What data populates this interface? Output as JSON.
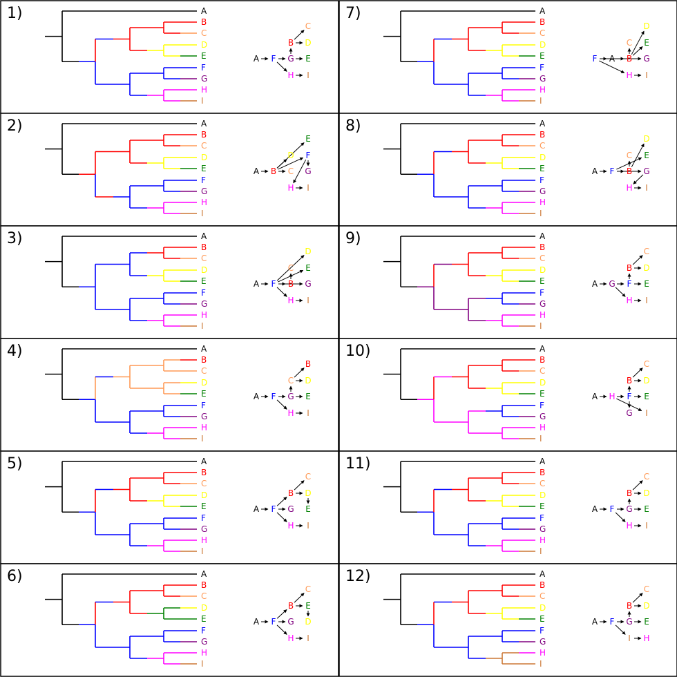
{
  "colors": {
    "A": "#000000",
    "B": "#ff0000",
    "C": "#ff9955",
    "D": "#ffff00",
    "E": "#008000",
    "F": "#0000ff",
    "G": "#800080",
    "H": "#ff00ff",
    "I": "#cc7733"
  },
  "panels": [
    {
      "label": "1)",
      "tree": [
        "A",
        "B",
        "C",
        "D",
        "E",
        "F",
        "G",
        "H",
        "I"
      ],
      "internal": {
        "n0": "A",
        "n1": "F",
        "n2": "B",
        "n3": "F",
        "n4": "B",
        "n5": "D",
        "n6": "F",
        "n7": "H"
      },
      "net_nodes": [
        "A",
        "F",
        "G",
        "B",
        "C",
        "D",
        "E",
        "H",
        "I"
      ],
      "edges": [
        [
          "A",
          "F"
        ],
        [
          "F",
          "G"
        ],
        [
          "G",
          "B"
        ],
        [
          "B",
          "C"
        ],
        [
          "B",
          "D"
        ],
        [
          "G",
          "E"
        ],
        [
          "F",
          "H"
        ],
        [
          "H",
          "I"
        ]
      ]
    },
    {
      "label": "2)",
      "tree": [
        "A",
        "B",
        "C",
        "D",
        "E",
        "F",
        "G",
        "H",
        "I"
      ],
      "internal": {
        "n0": "A",
        "n1": "B",
        "n2": "B",
        "n3": "F",
        "n4": "B",
        "n5": "D",
        "n6": "F",
        "n7": "H"
      },
      "net_nodes": [
        "A",
        "B",
        "C",
        "D",
        "E",
        "F",
        "G",
        "H",
        "I"
      ],
      "edges": [
        [
          "A",
          "B"
        ],
        [
          "B",
          "C"
        ],
        [
          "B",
          "D"
        ],
        [
          "B",
          "E"
        ],
        [
          "B",
          "F"
        ],
        [
          "F",
          "G"
        ],
        [
          "F",
          "H"
        ],
        [
          "H",
          "I"
        ]
      ]
    },
    {
      "label": "3)",
      "tree": [
        "A",
        "B",
        "C",
        "D",
        "E",
        "F",
        "G",
        "H",
        "I"
      ],
      "internal": {
        "n0": "A",
        "n1": "F",
        "n2": "F",
        "n3": "F",
        "n4": "B",
        "n5": "D",
        "n6": "F",
        "n7": "H"
      },
      "net_nodes": [
        "A",
        "F",
        "B",
        "C",
        "D",
        "E",
        "G",
        "H",
        "I"
      ],
      "edges": [
        [
          "A",
          "F"
        ],
        [
          "F",
          "B"
        ],
        [
          "B",
          "C"
        ],
        [
          "F",
          "D"
        ],
        [
          "F",
          "E"
        ],
        [
          "F",
          "G"
        ],
        [
          "F",
          "H"
        ],
        [
          "H",
          "I"
        ]
      ]
    },
    {
      "label": "4)",
      "tree": [
        "A",
        "B",
        "C",
        "D",
        "E",
        "F",
        "G",
        "H",
        "I"
      ],
      "internal": {
        "n0": "A",
        "n1": "F",
        "n2": "C",
        "n3": "F",
        "n4": "C",
        "n5": "C",
        "n6": "F",
        "n7": "H"
      },
      "net_nodes": [
        "A",
        "F",
        "G",
        "C",
        "B",
        "D",
        "E",
        "H",
        "I"
      ],
      "edges": [
        [
          "A",
          "F"
        ],
        [
          "F",
          "G"
        ],
        [
          "G",
          "C"
        ],
        [
          "C",
          "B"
        ],
        [
          "C",
          "D"
        ],
        [
          "G",
          "E"
        ],
        [
          "F",
          "H"
        ],
        [
          "H",
          "I"
        ]
      ]
    },
    {
      "label": "5)",
      "tree": [
        "A",
        "B",
        "C",
        "D",
        "E",
        "F",
        "G",
        "H",
        "I"
      ],
      "internal": {
        "n0": "A",
        "n1": "F",
        "n2": "B",
        "n3": "F",
        "n4": "B",
        "n5": "D",
        "n6": "F",
        "n7": "H"
      },
      "net_nodes": [
        "A",
        "F",
        "G",
        "B",
        "C",
        "D",
        "E",
        "H",
        "I"
      ],
      "edges": [
        [
          "A",
          "F"
        ],
        [
          "F",
          "G"
        ],
        [
          "F",
          "B"
        ],
        [
          "B",
          "C"
        ],
        [
          "B",
          "D"
        ],
        [
          "D",
          "E"
        ],
        [
          "F",
          "H"
        ],
        [
          "H",
          "I"
        ]
      ]
    },
    {
      "label": "6)",
      "tree": [
        "A",
        "B",
        "C",
        "D",
        "E",
        "F",
        "G",
        "H",
        "I"
      ],
      "internal": {
        "n0": "A",
        "n1": "F",
        "n2": "B",
        "n3": "F",
        "n4": "B",
        "n5": "E",
        "n6": "F",
        "n7": "H"
      },
      "net_nodes": [
        "A",
        "F",
        "G",
        "B",
        "C",
        "E",
        "D",
        "H",
        "I"
      ],
      "edges": [
        [
          "A",
          "F"
        ],
        [
          "F",
          "G"
        ],
        [
          "F",
          "B"
        ],
        [
          "B",
          "C"
        ],
        [
          "B",
          "E"
        ],
        [
          "E",
          "D"
        ],
        [
          "F",
          "H"
        ],
        [
          "H",
          "I"
        ]
      ]
    },
    {
      "label": "7)",
      "tree": [
        "A",
        "B",
        "C",
        "D",
        "E",
        "F",
        "G",
        "H",
        "I"
      ],
      "internal": {
        "n0": "F",
        "n1": "F",
        "n2": "B",
        "n3": "F",
        "n4": "B",
        "n5": "D",
        "n6": "F",
        "n7": "H"
      },
      "net_nodes": [
        "F",
        "A",
        "B",
        "C",
        "D",
        "E",
        "G",
        "H",
        "I"
      ],
      "edges": [
        [
          "F",
          "A"
        ],
        [
          "F",
          "B"
        ],
        [
          "B",
          "C"
        ],
        [
          "B",
          "D"
        ],
        [
          "B",
          "E"
        ],
        [
          "F",
          "G"
        ],
        [
          "F",
          "H"
        ],
        [
          "H",
          "I"
        ]
      ]
    },
    {
      "label": "8)",
      "tree": [
        "A",
        "B",
        "C",
        "D",
        "E",
        "F",
        "G",
        "H",
        "I"
      ],
      "internal": {
        "n0": "A",
        "n1": "F",
        "n2": "B",
        "n3": "F",
        "n4": "B",
        "n5": "D",
        "n6": "F",
        "n7": "H"
      },
      "net_nodes": [
        "A",
        "F",
        "B",
        "C",
        "D",
        "E",
        "G",
        "H",
        "I"
      ],
      "edges": [
        [
          "A",
          "F"
        ],
        [
          "F",
          "B"
        ],
        [
          "B",
          "C"
        ],
        [
          "B",
          "D"
        ],
        [
          "F",
          "E"
        ],
        [
          "F",
          "G"
        ],
        [
          "G",
          "H"
        ],
        [
          "H",
          "I"
        ]
      ]
    },
    {
      "label": "9)",
      "tree": [
        "A",
        "B",
        "C",
        "D",
        "E",
        "F",
        "G",
        "H",
        "I"
      ],
      "internal": {
        "n0": "A",
        "n1": "G",
        "n2": "B",
        "n3": "G",
        "n4": "B",
        "n5": "D",
        "n6": "F",
        "n7": "H"
      },
      "net_nodes": [
        "A",
        "G",
        "F",
        "B",
        "C",
        "D",
        "E",
        "H",
        "I"
      ],
      "edges": [
        [
          "A",
          "G"
        ],
        [
          "G",
          "F"
        ],
        [
          "F",
          "B"
        ],
        [
          "B",
          "C"
        ],
        [
          "B",
          "D"
        ],
        [
          "F",
          "E"
        ],
        [
          "G",
          "H"
        ],
        [
          "H",
          "I"
        ]
      ]
    },
    {
      "label": "10)",
      "tree": [
        "A",
        "B",
        "C",
        "D",
        "E",
        "F",
        "G",
        "H",
        "I"
      ],
      "internal": {
        "n0": "A",
        "n1": "H",
        "n2": "B",
        "n3": "H",
        "n4": "B",
        "n5": "D",
        "n6": "F",
        "n7": "H"
      },
      "net_nodes": [
        "A",
        "H",
        "F",
        "B",
        "C",
        "D",
        "E",
        "G",
        "I"
      ],
      "edges": [
        [
          "A",
          "H"
        ],
        [
          "H",
          "F"
        ],
        [
          "F",
          "B"
        ],
        [
          "B",
          "C"
        ],
        [
          "B",
          "D"
        ],
        [
          "F",
          "E"
        ],
        [
          "F",
          "G"
        ],
        [
          "H",
          "I"
        ]
      ]
    },
    {
      "label": "11)",
      "tree": [
        "A",
        "B",
        "C",
        "D",
        "E",
        "F",
        "G",
        "H",
        "I"
      ],
      "internal": {
        "n0": "A",
        "n1": "F",
        "n2": "B",
        "n3": "F",
        "n4": "B",
        "n5": "D",
        "n6": "F",
        "n7": "H"
      },
      "net_nodes": [
        "A",
        "F",
        "G",
        "B",
        "C",
        "D",
        "E",
        "H",
        "I"
      ],
      "edges": [
        [
          "A",
          "F"
        ],
        [
          "F",
          "G"
        ],
        [
          "G",
          "B"
        ],
        [
          "B",
          "C"
        ],
        [
          "B",
          "D"
        ],
        [
          "G",
          "E"
        ],
        [
          "F",
          "H"
        ],
        [
          "H",
          "I"
        ]
      ]
    },
    {
      "label": "12)",
      "tree": [
        "A",
        "B",
        "C",
        "D",
        "E",
        "F",
        "G",
        "H",
        "I"
      ],
      "internal": {
        "n0": "A",
        "n1": "F",
        "n2": "B",
        "n3": "F",
        "n4": "B",
        "n5": "D",
        "n6": "F",
        "n7": "I"
      },
      "net_nodes": [
        "A",
        "F",
        "G",
        "B",
        "C",
        "D",
        "E",
        "I",
        "H"
      ],
      "edges": [
        [
          "A",
          "F"
        ],
        [
          "F",
          "G"
        ],
        [
          "G",
          "B"
        ],
        [
          "B",
          "C"
        ],
        [
          "B",
          "D"
        ],
        [
          "G",
          "E"
        ],
        [
          "F",
          "I"
        ],
        [
          "I",
          "H"
        ]
      ]
    }
  ]
}
